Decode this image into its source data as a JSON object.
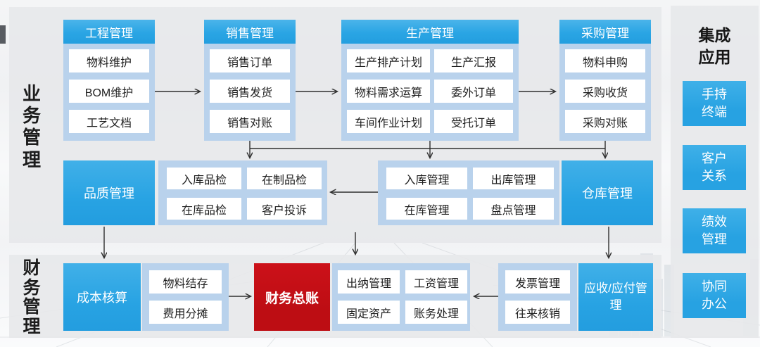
{
  "colors": {
    "accent_blue": "#28a3e3",
    "container_blue": "#b9d2ec",
    "ledger_red": "#bd0d13",
    "panel_gray": "#e7e8ea",
    "arrow_dark": "#2f2f2f"
  },
  "business": {
    "label": "业务管理",
    "groups": {
      "engineering": {
        "title": "工程管理",
        "items": [
          "物料维护",
          "BOM维护",
          "工艺文档"
        ]
      },
      "sales": {
        "title": "销售管理",
        "items": [
          "销售订单",
          "销售发货",
          "销售对账"
        ]
      },
      "production": {
        "title": "生产管理",
        "items": [
          "生产排产计划",
          "生产汇报",
          "物料需求运算",
          "委外订单",
          "车间作业计划",
          "受托订单"
        ]
      },
      "purchasing": {
        "title": "采购管理",
        "items": [
          "物料申购",
          "采购收货",
          "采购对账"
        ]
      }
    },
    "quality": {
      "title": "品质管理",
      "items": [
        "入库品检",
        "在制品检",
        "在库品检",
        "客户投诉"
      ]
    },
    "warehouse": {
      "title": "仓库管理",
      "items": [
        "入库管理",
        "出库管理",
        "在库管理",
        "盘点管理"
      ]
    }
  },
  "finance": {
    "label": "财务管理",
    "cost": {
      "title": "成本核算",
      "items": [
        "物料结存",
        "费用分摊"
      ]
    },
    "ledger": {
      "title": "财务总账"
    },
    "cashier_items": [
      "出纳管理",
      "工资管理",
      "固定资产",
      "账务处理"
    ],
    "invoice_items": [
      "发票管理",
      "往来核销"
    ],
    "receivable": {
      "title": "应收/应付管理"
    }
  },
  "integration": {
    "title": "集成应用",
    "items": [
      "手持终端",
      "客户关系",
      "绩效管理",
      "协同办公"
    ]
  }
}
